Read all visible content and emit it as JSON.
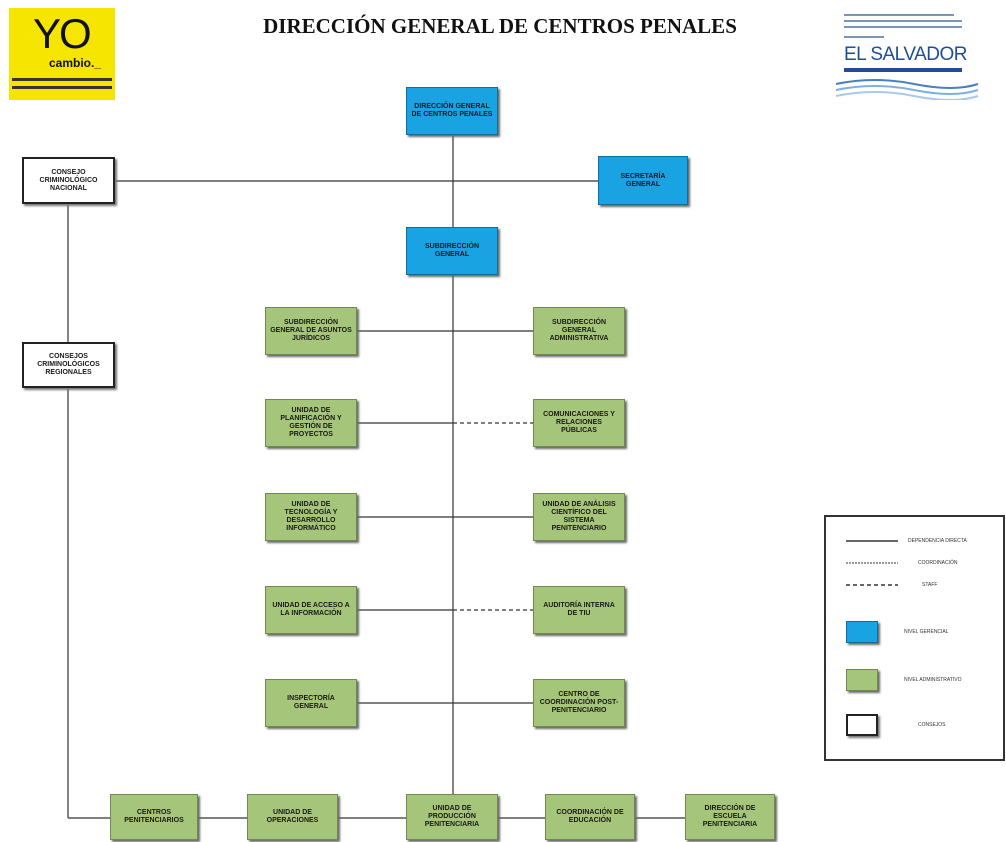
{
  "title": "DIRECCIÓN GENERAL DE CENTROS PENALES",
  "logos": {
    "left": {
      "line1": "YO",
      "line2": "cambio._"
    },
    "right": {
      "name": "EL SALVADOR"
    }
  },
  "boxes": {
    "direccion_general": "DIRECCIÓN GENERAL DE CENTROS PENALES",
    "secretaria_general": "SECRETARÍA GENERAL",
    "consejo_nacional": "CONSEJO CRIMINOLÓGICO NACIONAL",
    "subdireccion_general": "SUBDIRECCIÓN GENERAL",
    "consejos_regionales": "CONSEJOS CRIMINOLÓGICOS REGIONALES",
    "asuntos_juridicos": "SUBDIRECCIÓN GENERAL DE ASUNTOS JURÍDICOS",
    "administrativa": "SUBDIRECCIÓN GENERAL ADMINISTRATIVA",
    "planificacion": "UNIDAD DE PLANIFICACIÓN Y GESTIÓN DE PROYECTOS",
    "comunicaciones": "COMUNICACIONES Y RELACIONES PÚBLICAS",
    "tecnologia": "UNIDAD DE TECNOLOGÍA Y DESARROLLO INFORMÁTICO",
    "analisis": "UNIDAD DE ANÁLISIS CIENTÍFICO DEL SISTEMA PENITENCIARIO",
    "acceso_info": "UNIDAD DE ACCESO A LA INFORMACIÓN",
    "auditoria": "AUDITORÍA INTERNA DE TIU",
    "inspectoria": "INSPECTORÍA GENERAL",
    "coordinacion_post": "CENTRO DE COORDINACIÓN POST-PENITENCIARIO",
    "centros": "CENTROS PENITENCIARIOS",
    "operaciones": "UNIDAD DE OPERACIONES",
    "produccion": "UNIDAD DE PRODUCCIÓN PENITENCIARIA",
    "educacion": "COORDINACIÓN DE EDUCACIÓN",
    "escuela": "DIRECCIÓN DE ESCUELA PENITENCIARIA"
  },
  "legend": {
    "dependencia": "DEPENDENCIA DIRECTA",
    "coordinacion": "COORDINACIÓN",
    "staff": "STAFF",
    "gerencial": "NIVEL GERENCIAL",
    "administrativo": "NIVEL ADMINISTRATIVO",
    "consejos": "CONSEJOS"
  },
  "colors": {
    "gerencial": "#1aa3e3",
    "administrativo": "#a5c57a",
    "consejo": "#ffffff"
  }
}
